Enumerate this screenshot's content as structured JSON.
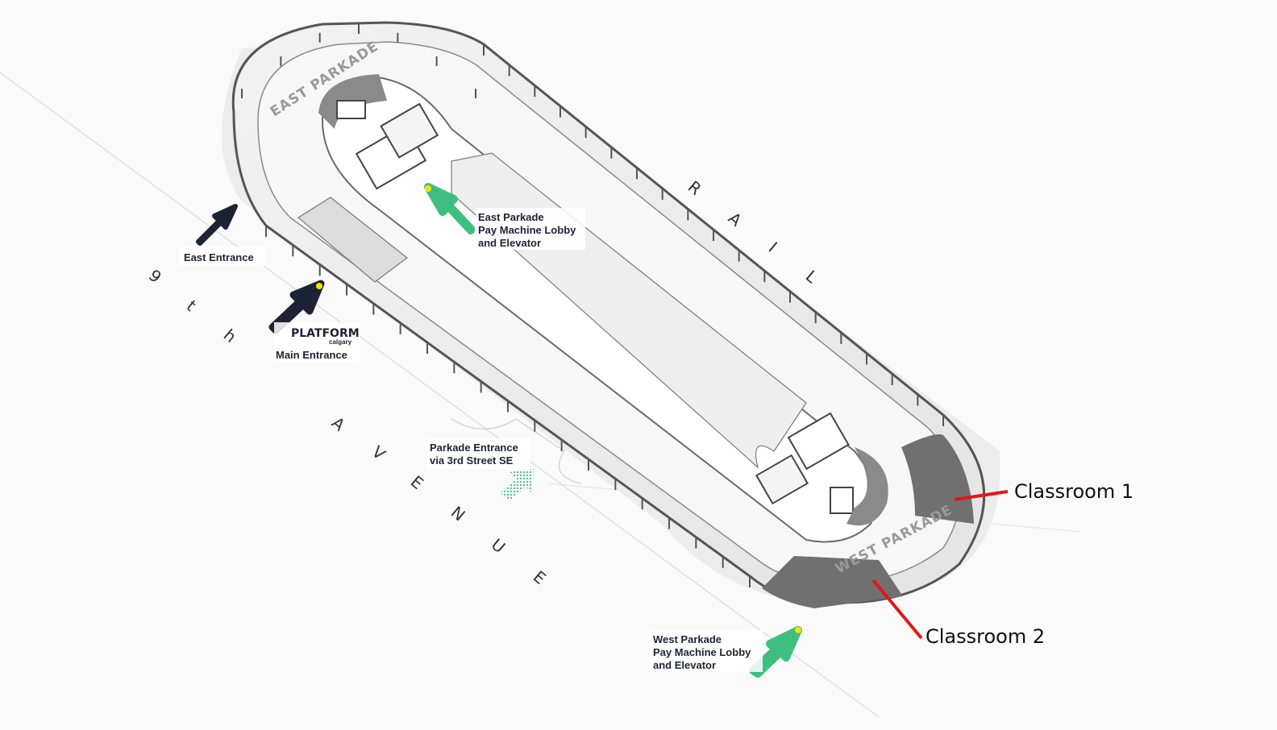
{
  "streets": {
    "ninth_avenue": [
      "9",
      "t",
      "h",
      "A",
      "V",
      "E",
      "N",
      "U",
      "E"
    ],
    "rail": [
      "R",
      "A",
      "I",
      "L"
    ]
  },
  "parkades": {
    "east": "EAST PARKADE",
    "west": "WEST PARKADE"
  },
  "points_of_interest": {
    "east_entrance": "East Entrance",
    "main_entrance": "Main Entrance",
    "brand_name": "PLATFORM",
    "brand_sub": "calgary",
    "east_lobby": {
      "line1": "East Parkade",
      "line2": "Pay Machine Lobby",
      "line3": "and Elevator"
    },
    "parkade_entrance": {
      "line1": "Parkade Entrance",
      "line2": "via 3rd Street SE"
    },
    "west_lobby": {
      "line1": "West Parkade",
      "line2": "Pay Machine Lobby",
      "line3": "and Elevator"
    }
  },
  "classrooms": {
    "classroom_1": "Classroom 1",
    "classroom_2": "Classroom 2"
  },
  "colors": {
    "dark_arrow": "#1d2334",
    "green_arrow": "#3fbf7f",
    "highlight_red": "#e01818",
    "marker_yellow": "#f5e400",
    "classroom_fill": "#707070"
  },
  "icons": {
    "entrance_arrow": "arrow-icon",
    "location_marker": "dot-marker-icon"
  }
}
